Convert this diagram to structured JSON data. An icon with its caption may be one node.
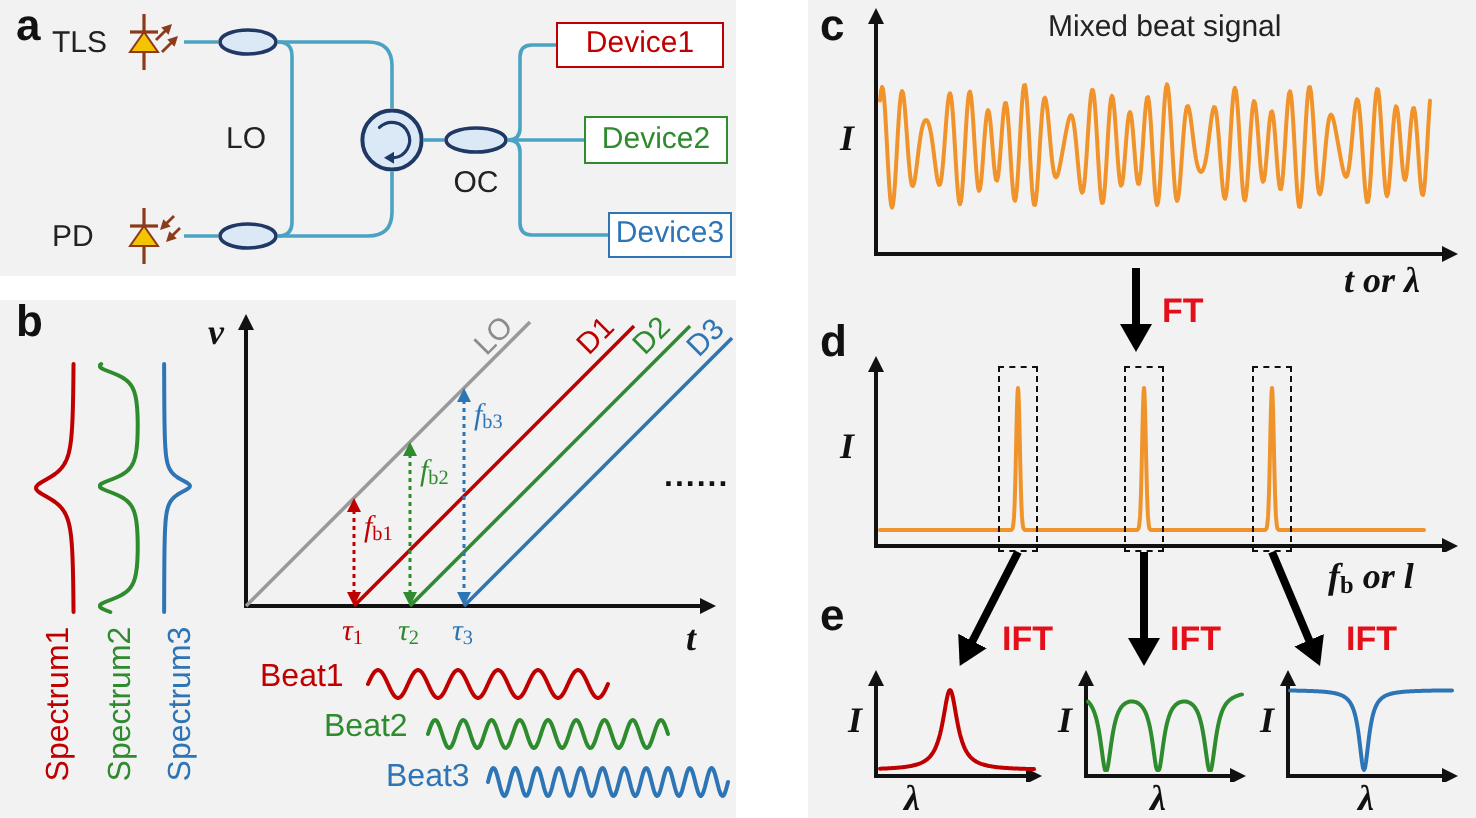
{
  "diagram": {
    "nodes": [
      {
        "text": [
          "TLS"
        ]
      },
      {
        "text": [],
        "shape": "ellipse"
      },
      {
        "text": [
          "PD"
        ]
      },
      {
        "text": [],
        "shape": "ellipse"
      },
      {
        "text": [],
        "shape": "circle"
      },
      {
        "text": [],
        "shape": "ellipse",
        "beside": [
          "OC"
        ]
      },
      {
        "text": [
          "Device1"
        ]
      },
      {
        "text": [
          "Device2"
        ]
      },
      {
        "text": [
          "Device3"
        ]
      },
      {
        "text": [],
        "shape": "picture"
      },
      {
        "text": [],
        "shape": "picture"
      },
      {
        "text": [],
        "shape": "picture"
      },
      {
        "text": [],
        "shape": "box",
        "in": 11
      },
      {
        "text": [],
        "shape": "box",
        "in": 11
      },
      {
        "text": [],
        "shape": "box",
        "in": 11
      },
      {
        "text": [],
        "shape": "picture"
      },
      {
        "text": [],
        "shape": "picture"
      },
      {
        "text": [],
        "shape": "picture"
      }
    ],
    "edges": [
      {
        "from": 0,
        "to": 1,
        "arrow": "none"
      },
      {
        "from": 2,
        "to": 3,
        "arrow": "none"
      },
      {
        "from": 1,
        "to": 3,
        "arrow": "none",
        "label": "LO"
      },
      {
        "from": 1,
        "to": 4,
        "arrow": "none"
      },
      {
        "from": 3,
        "to": 4,
        "arrow": "none"
      },
      {
        "from": 4,
        "to": 5,
        "arrow": "none"
      },
      {
        "from": 5,
        "to": 6,
        "arrow": "none"
      },
      {
        "from": 5,
        "to": 7,
        "arrow": "none"
      },
      {
        "from": 5,
        "to": 8,
        "arrow": "none"
      },
      {
        "from": 10,
        "to": 11,
        "arrow": "to",
        "label": "FT",
        "style": "thick",
        "color": "#000000"
      },
      {
        "from": 12,
        "to": 15,
        "arrow": "to",
        "label": "IFT",
        "style": "thick",
        "color": "#000000"
      },
      {
        "from": 13,
        "to": 16,
        "arrow": "to",
        "label": "IFT",
        "style": "thick",
        "color": "#000000"
      },
      {
        "from": 14,
        "to": 17,
        "arrow": "to",
        "label": "IFT",
        "style": "thick",
        "color": "#000000"
      }
    ],
    "labels": [
      "a",
      "b",
      "ν",
      "LO",
      "D1",
      "D2",
      "D3",
      "f$_{b3}$",
      "f$_{b2}$",
      "f$_{b1}$",
      "......",
      "τ$_{1}$",
      "τ$_{2}$",
      "τ$_{3}$",
      "t",
      "Beat1",
      "Beat2",
      "Beat3",
      "Spectrum1",
      "Spectrum2",
      "Spectrum3",
      "c",
      "Mixed beat signal",
      "I",
      "t or λ",
      "d",
      "I",
      "f$_{b}$ or l",
      "e",
      "I",
      "λ",
      "I",
      "λ",
      "I",
      "λ"
    ]
  }
}
